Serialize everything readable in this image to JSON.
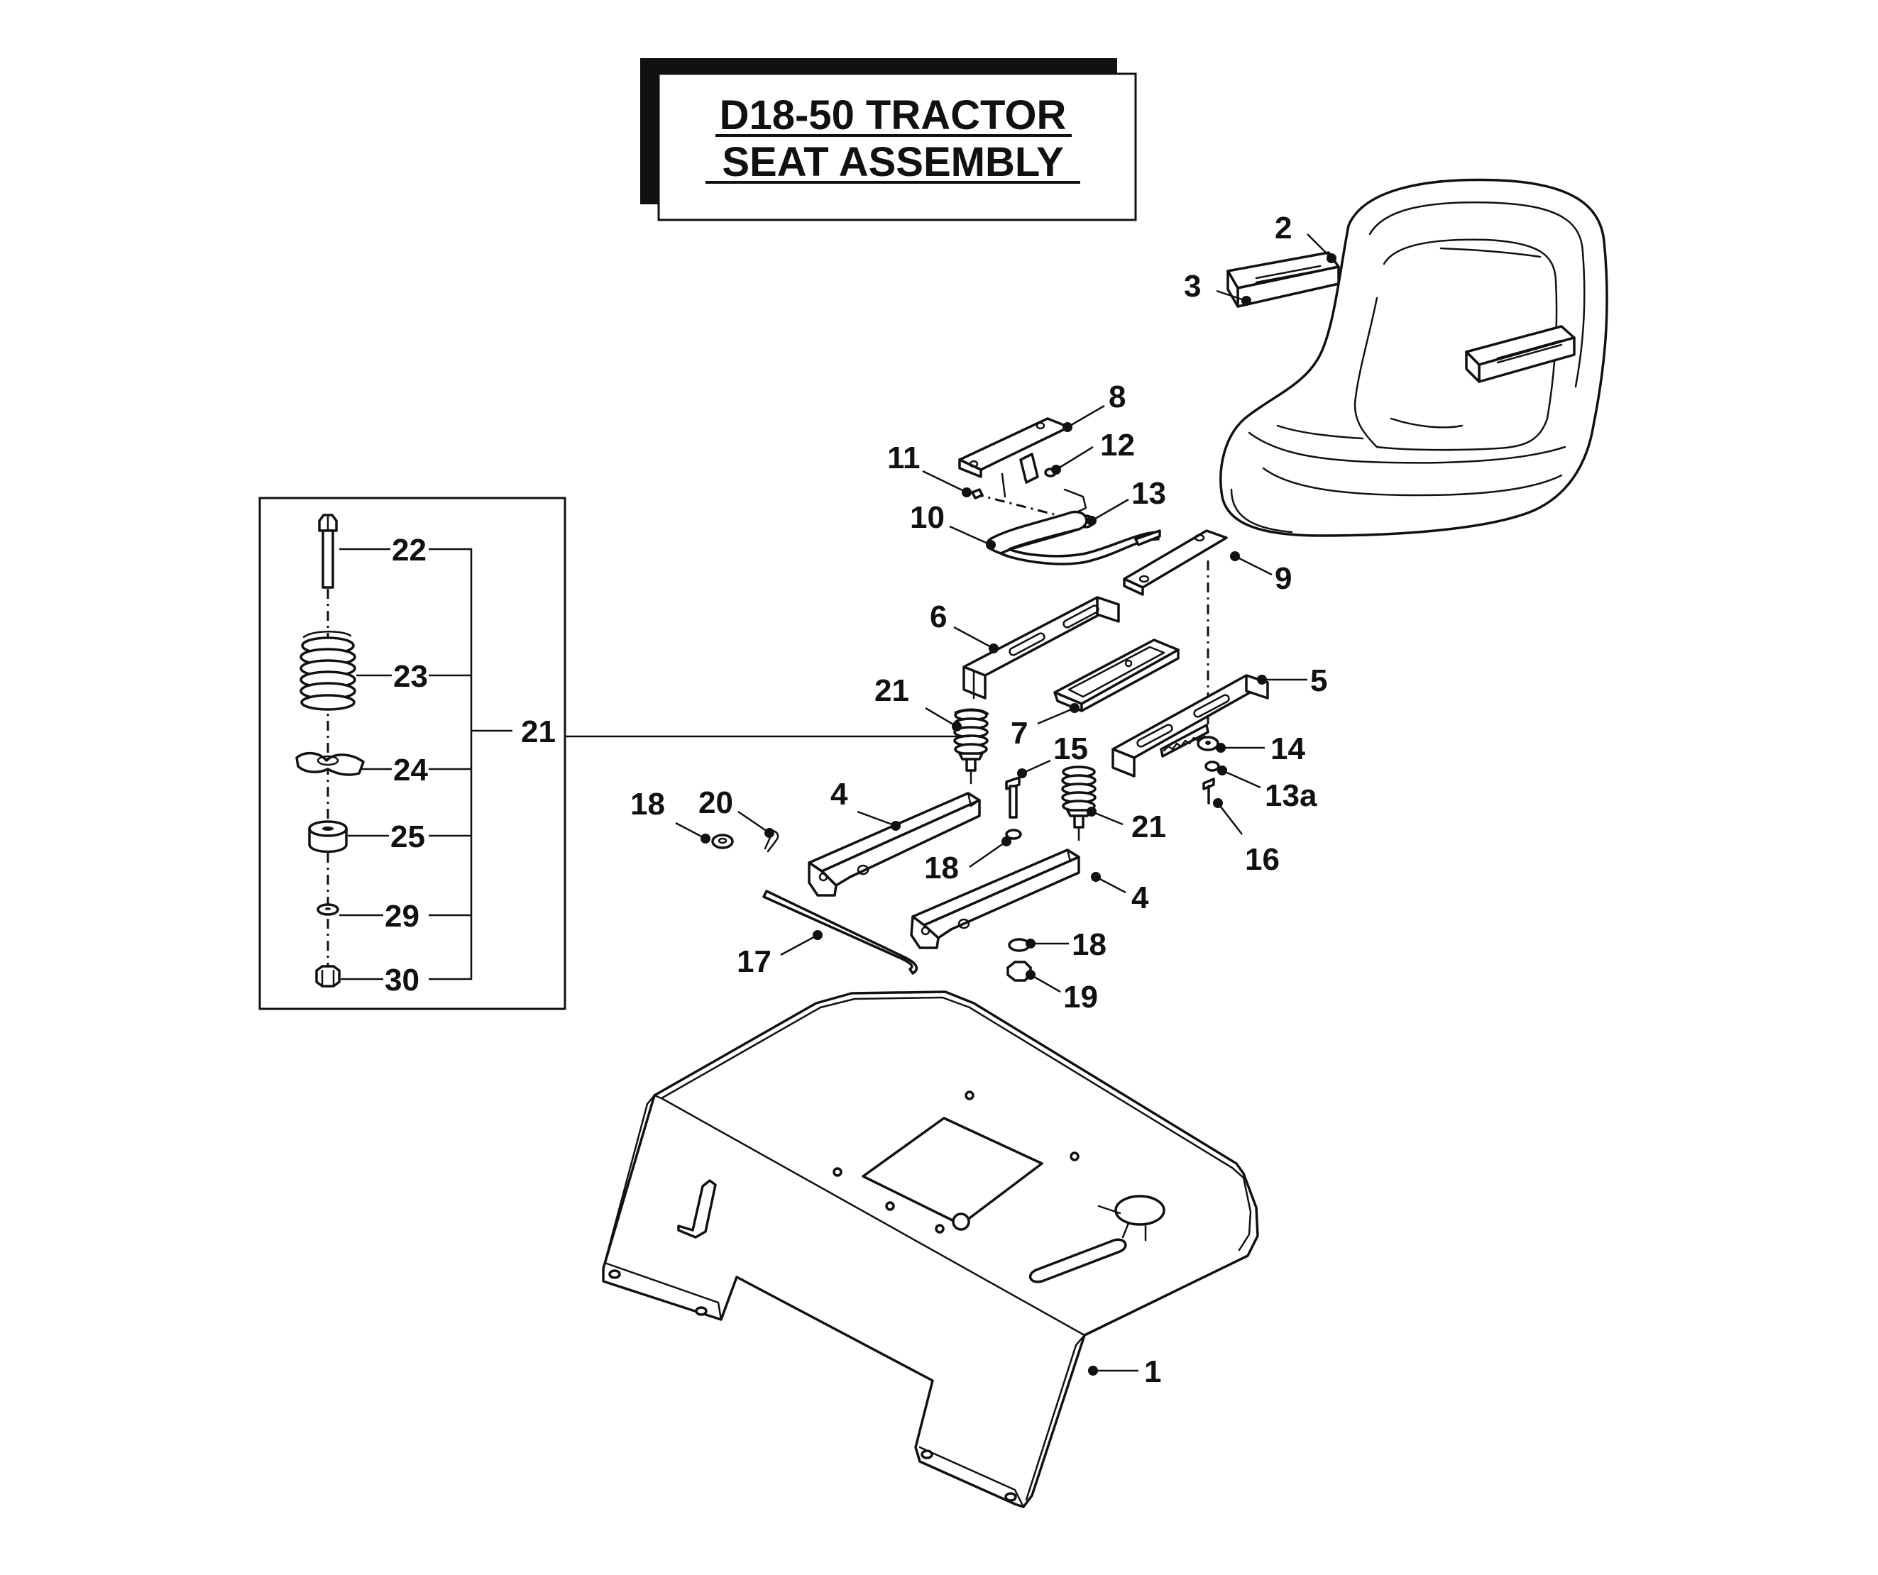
{
  "title": {
    "line1": "D18-50 TRACTOR",
    "line2": "SEAT  ASSEMBLY"
  },
  "callouts": {
    "c1": "1",
    "c2": "2",
    "c3": "3",
    "c4a": "4",
    "c4b": "4",
    "c5": "5",
    "c6": "6",
    "c7": "7",
    "c8": "8",
    "c9": "9",
    "c10": "10",
    "c11": "11",
    "c12": "12",
    "c13": "13",
    "c13a": "13a",
    "c14": "14",
    "c15": "15",
    "c16": "16",
    "c17": "17",
    "c18a": "18",
    "c18b": "18",
    "c18c": "18",
    "c19": "19",
    "c20": "20",
    "c21a": "21",
    "c21b": "21",
    "c21c": "21",
    "c22": "22",
    "c23": "23",
    "c24": "24",
    "c25": "25",
    "c29": "29",
    "c30": "30"
  }
}
